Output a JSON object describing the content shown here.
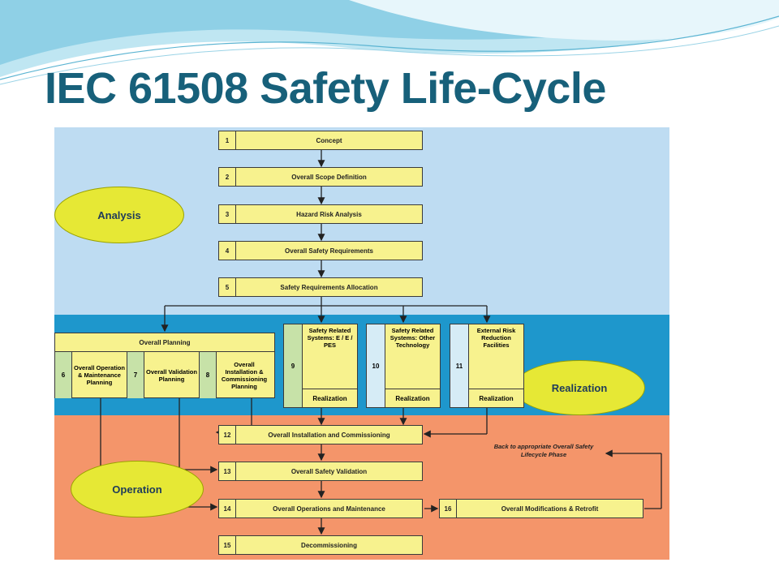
{
  "slide": {
    "title": "IEC 61508 Safety Life-Cycle"
  },
  "colors": {
    "title": "#17607a",
    "analysis_band": "#bedcf2",
    "realization_band": "#1e97cc",
    "operation_band": "#f4956a",
    "box_fill": "#f7f28e",
    "phase_fill": "#e6e835",
    "green_num": "#c7e2a8",
    "pale_blue_num": "#d6ecf6"
  },
  "phases": {
    "analysis": "Analysis",
    "realization": "Realization",
    "operation": "Operation"
  },
  "steps": {
    "s1": {
      "num": "1",
      "label": "Concept"
    },
    "s2": {
      "num": "2",
      "label": "Overall Scope Definition"
    },
    "s3": {
      "num": "3",
      "label": "Hazard Risk Analysis"
    },
    "s4": {
      "num": "4",
      "label": "Overall Safety Requirements"
    },
    "s5": {
      "num": "5",
      "label": "Safety Requirements Allocation"
    },
    "s12": {
      "num": "12",
      "label": "Overall Installation and Commissioning"
    },
    "s13": {
      "num": "13",
      "label": "Overall Safety Validation"
    },
    "s14": {
      "num": "14",
      "label": "Overall Operations and Maintenance"
    },
    "s15": {
      "num": "15",
      "label": "Decommissioning"
    },
    "s16": {
      "num": "16",
      "label": "Overall Modifications & Retrofit"
    }
  },
  "planning": {
    "title": "Overall Planning",
    "items": [
      {
        "num": "6",
        "label": "Overall Operation & Maintenance Planning"
      },
      {
        "num": "7",
        "label": "Overall Validation Planning"
      },
      {
        "num": "8",
        "label": "Overall Installation & Commissioning Planning"
      }
    ]
  },
  "realization_columns": [
    {
      "num": "9",
      "title": "Safety Related Systems: E / E / PES",
      "sub": "Realization"
    },
    {
      "num": "10",
      "title": "Safety Related Systems: Other Technology",
      "sub": "Realization"
    },
    {
      "num": "11",
      "title": "External Risk Reduction Facilities",
      "sub": "Realization"
    }
  ],
  "back_note": "Back to appropriate Overall Safety Lifecycle Phase"
}
